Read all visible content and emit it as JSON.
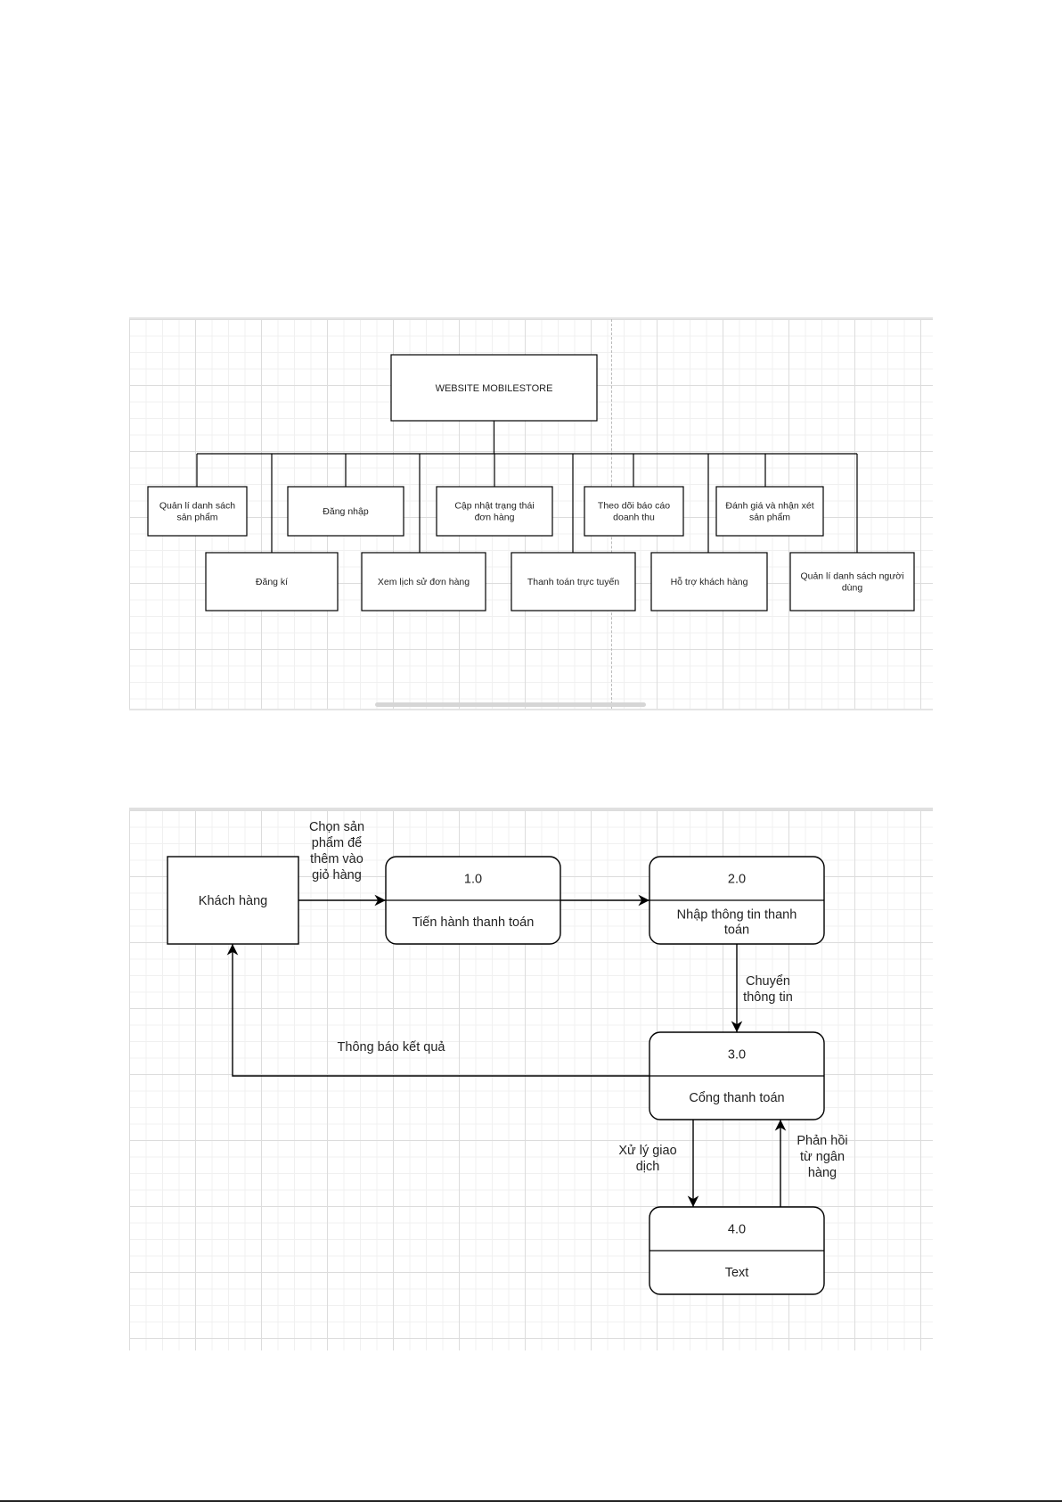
{
  "hierarchy": {
    "root": "WEBSITE MOBILESTORE",
    "top_row": [
      "Quản lí danh sách sản phẩm",
      "Đăng nhập",
      "Cập nhật trạng thái đơn hàng",
      "Theo dõi báo cáo doanh thu",
      "Đánh giá và nhận xét sản phẩm"
    ],
    "bottom_row": [
      "Đăng kí",
      "Xem lịch sử đơn hàng",
      "Thanh toán trực tuyến",
      "Hỗ trợ khách hàng",
      "Quản lí danh sách người dùng"
    ]
  },
  "dfd": {
    "entity": "Khách hàng",
    "processes": [
      {
        "id": "1.0",
        "name": "Tiến hành thanh toán"
      },
      {
        "id": "2.0",
        "name": "Nhập thông tin thanh toán"
      },
      {
        "id": "3.0",
        "name": "Cổng thanh toán"
      },
      {
        "id": "4.0",
        "name": "Text"
      }
    ],
    "flows": [
      "Chọn sản phẩm để thêm vào giỏ hàng",
      "Chuyển thông tin",
      "Thông báo kết quả",
      "Xử lý giao dịch",
      "Phản hồi từ ngân hàng"
    ]
  }
}
